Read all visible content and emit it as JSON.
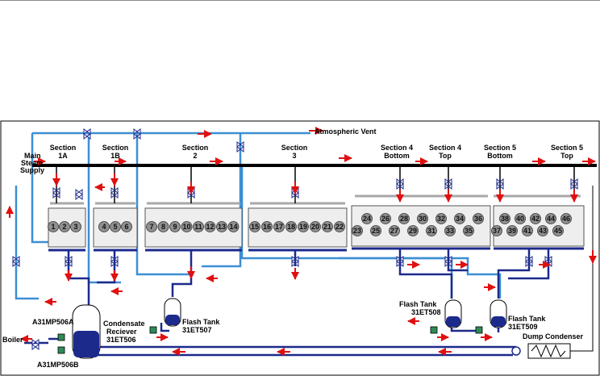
{
  "title_bar": {
    "rule_color": "#888888"
  },
  "labels": {
    "atmospheric_vent": "Atmospheric Vent",
    "main_steam_1": "Main",
    "main_steam_2": "Steam",
    "main_steam_3": "Supply",
    "boiler": "Boiler",
    "pump_a": "A31MP506A",
    "pump_b": "A31MP506B",
    "receiver_1": "Condensate",
    "receiver_2": "Reciever",
    "receiver_3": "31ET506",
    "flash507_1": "Flash Tank",
    "flash507_2": "31ET507",
    "flash508_1": "Flash Tank",
    "flash508_2": "31ET508",
    "flash509_1": "Flash Tank",
    "flash509_2": "31ET509",
    "dump_condenser": "Dump Condenser"
  },
  "sections": [
    {
      "line1": "Section",
      "line2": "1A"
    },
    {
      "line1": "Section",
      "line2": "1B"
    },
    {
      "line1": "Section",
      "line2": "2"
    },
    {
      "line1": "Section",
      "line2": "3"
    },
    {
      "line1": "Section 4",
      "line2": "Bottom"
    },
    {
      "line1": "Section 4",
      "line2": "Top"
    },
    {
      "line1": "Section 5",
      "line2": "Bottom"
    },
    {
      "line1": "Section 5",
      "line2": "Top"
    }
  ],
  "rolls": {
    "sec1a": [
      "1",
      "2",
      "3"
    ],
    "sec1b": [
      "4",
      "5",
      "6"
    ],
    "sec2": [
      "7",
      "8",
      "9",
      "10",
      "11",
      "12",
      "13",
      "14"
    ],
    "sec3": [
      "15",
      "16",
      "17",
      "18",
      "19",
      "20",
      "21",
      "22"
    ],
    "sec4_top": [
      "24",
      "26",
      "28",
      "30",
      "32",
      "34",
      "36"
    ],
    "sec4_bot": [
      "23",
      "25",
      "27",
      "29",
      "31",
      "33",
      "35"
    ],
    "sec5_top": [
      "38",
      "40",
      "42",
      "44",
      "46"
    ],
    "sec5_bot": [
      "37",
      "39",
      "41",
      "43",
      "45"
    ]
  },
  "colors": {
    "steam_header": "#000000",
    "condensate_dark": "#1c2a8c",
    "vent_light": "#3c8fd4",
    "flow_arrow": "#e01010",
    "roll_fill": "#909090",
    "manifold_gray": "#a8a8a8"
  }
}
